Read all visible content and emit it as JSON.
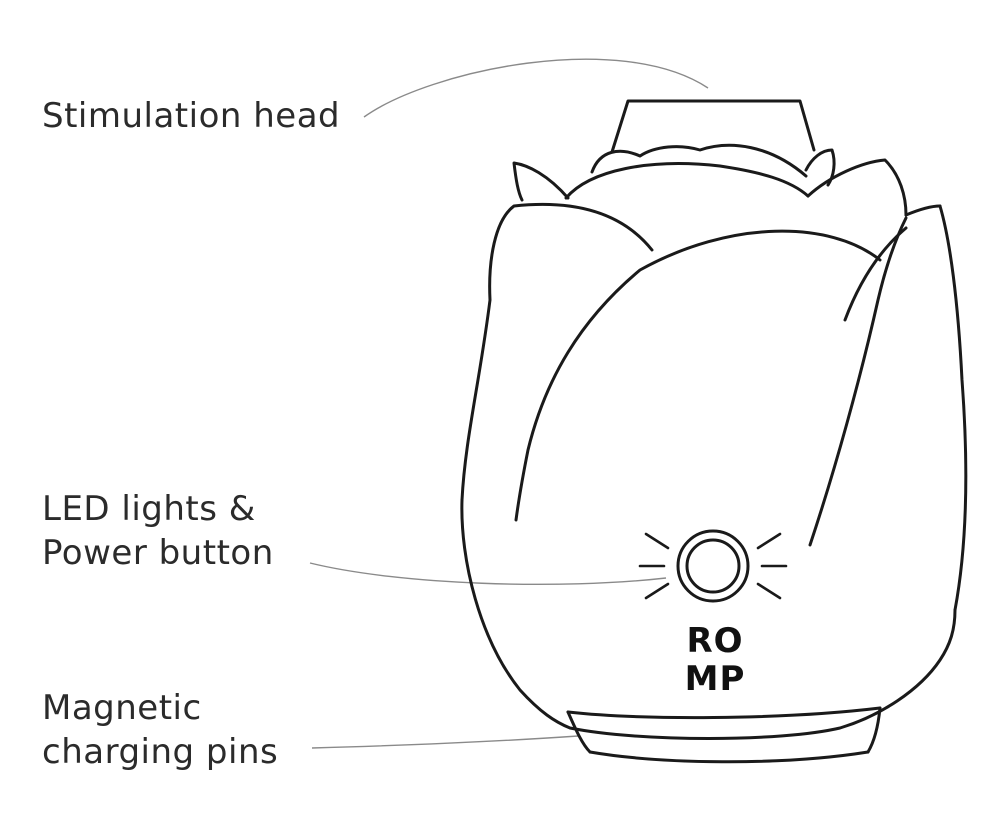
{
  "callouts": [
    {
      "lines": [
        "Stimulation head"
      ]
    },
    {
      "lines": [
        "LED lights &",
        "Power button"
      ]
    },
    {
      "lines": [
        "Magnetic",
        "charging pins"
      ]
    }
  ],
  "brand": {
    "line1": "RO",
    "line2": "MP"
  },
  "colors": {
    "stroke": "#1a1a1a",
    "leader_line": "#8a8a8a",
    "text": "#2b2b2b",
    "background": "#ffffff"
  },
  "icons": [
    "power-button-icon",
    "led-light-rays-icon"
  ]
}
